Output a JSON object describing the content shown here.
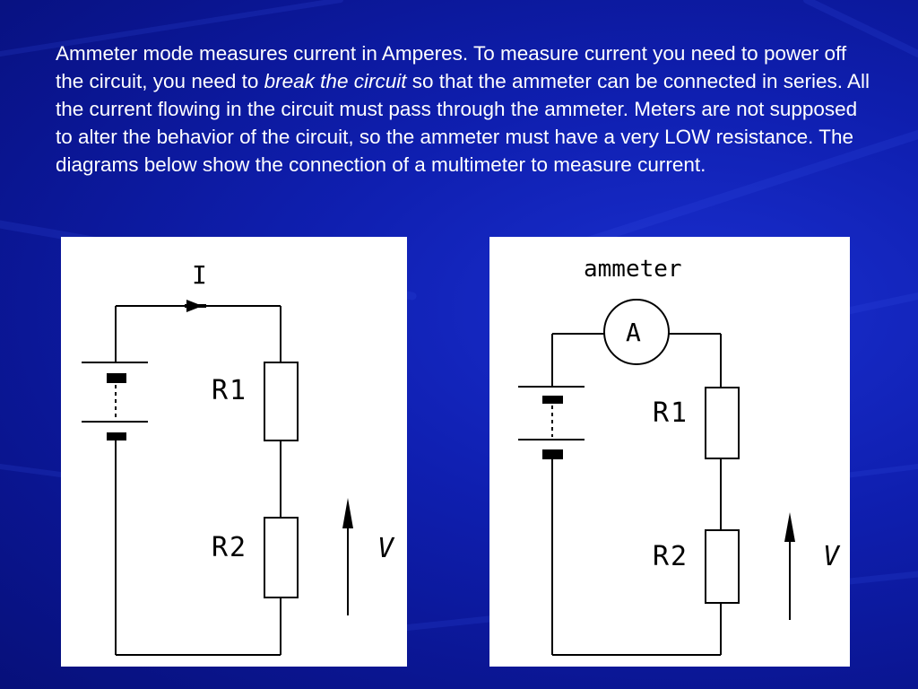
{
  "slide": {
    "paragraph": {
      "before_emphasis": "Ammeter mode measures current in Amperes. To measure current you need to power off the circuit, you need to ",
      "emphasis": "break the circuit",
      "after_emphasis": " so that the ammeter can be connected in series. All the current flowing in the circuit must pass through the ammeter. Meters are not supposed to alter the behavior of the circuit, so the ammeter must have a very LOW resistance. The diagrams below show the connection of a multimeter to measure current."
    }
  },
  "diagram_left": {
    "current_label": "I",
    "r1_label": "R1",
    "r2_label": "R2",
    "voltage_label": "V"
  },
  "diagram_right": {
    "meter_caption": "ammeter",
    "meter_symbol": "A",
    "r1_label": "R1",
    "r2_label": "R2",
    "voltage_label": "V"
  }
}
